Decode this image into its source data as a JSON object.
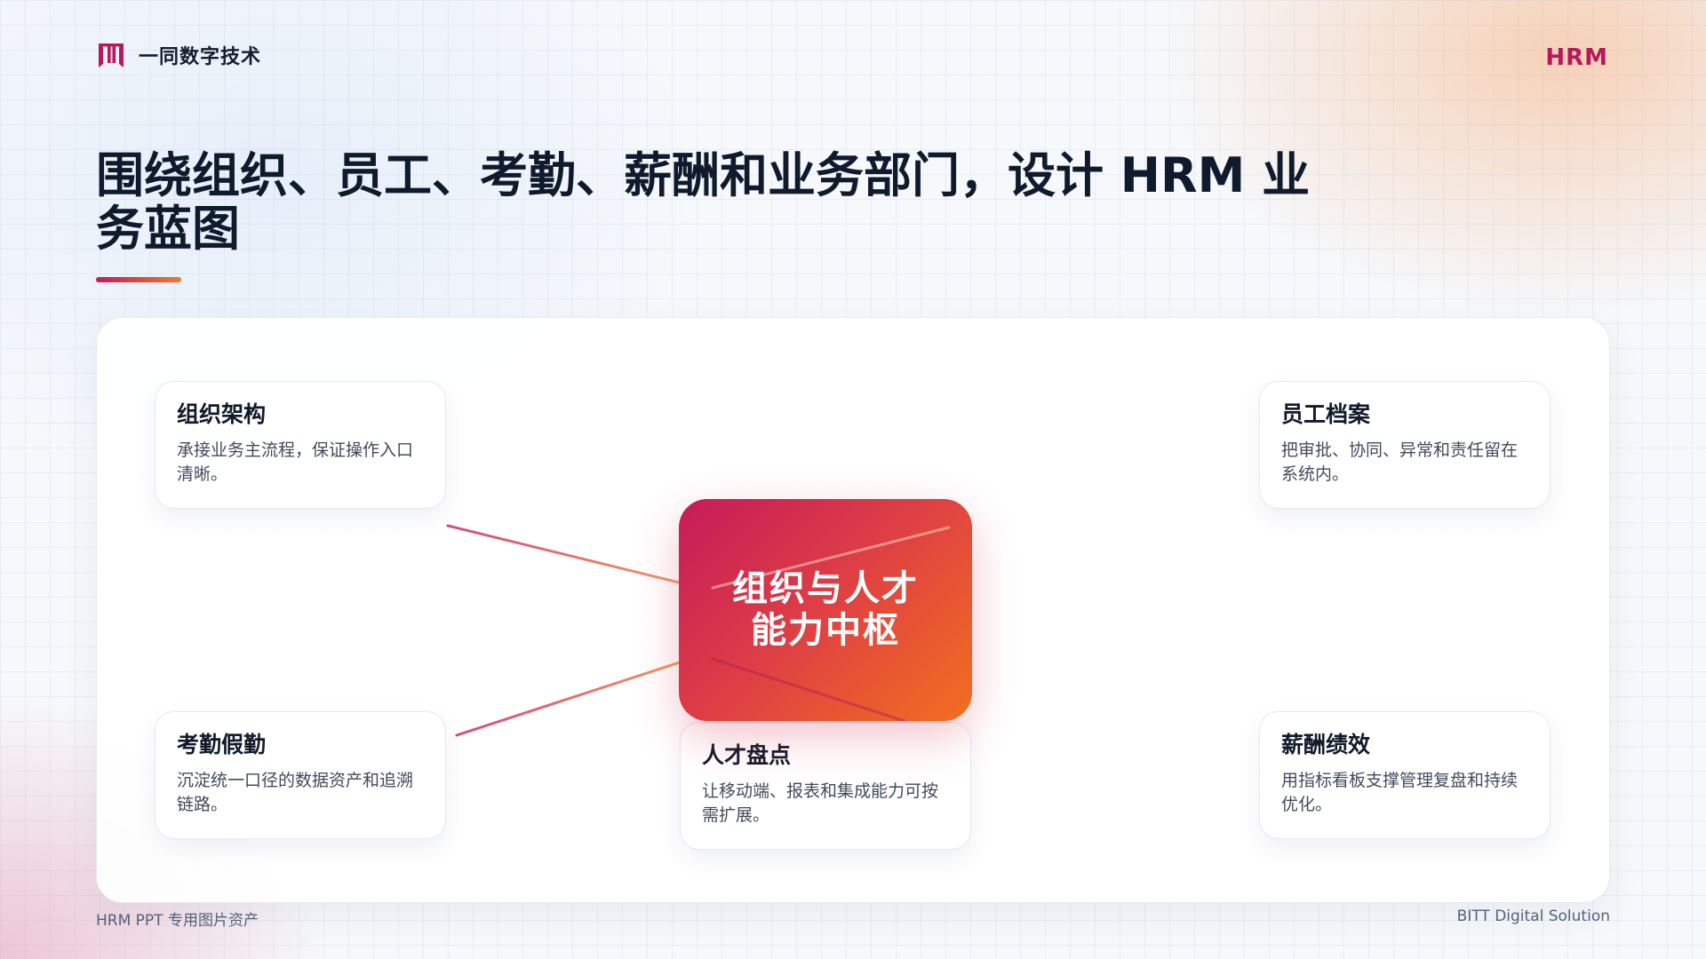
{
  "brand": {
    "name": "一同数字技术",
    "logo_icon": "bracket-m-logo-icon",
    "accent_color": "#b8185a"
  },
  "header": {
    "tag": "HRM"
  },
  "title": {
    "text": "围绕组织、员工、考勤、薪酬和业务部门，设计 HRM 业务蓝图"
  },
  "diagram": {
    "hub": {
      "label": "组织与人才能力中枢",
      "gradient": [
        "#c51b5a",
        "#f36f1f"
      ]
    },
    "nodes": [
      {
        "title": "组织架构",
        "desc": "承接业务主流程，保证操作入口清晰。"
      },
      {
        "title": "员工档案",
        "desc": "把审批、协同、异常和责任留在系统内。"
      },
      {
        "title": "考勤假勤",
        "desc": "沉淀统一口径的数据资产和追溯链路。"
      },
      {
        "title": "人才盘点",
        "desc": "让移动端、报表和集成能力可按需扩展。"
      },
      {
        "title": "薪酬绩效",
        "desc": "用指标看板支撑管理复盘和持续优化。"
      }
    ]
  },
  "footer": {
    "left": "HRM PPT 专用图片资产",
    "right": "BITT Digital Solution"
  }
}
